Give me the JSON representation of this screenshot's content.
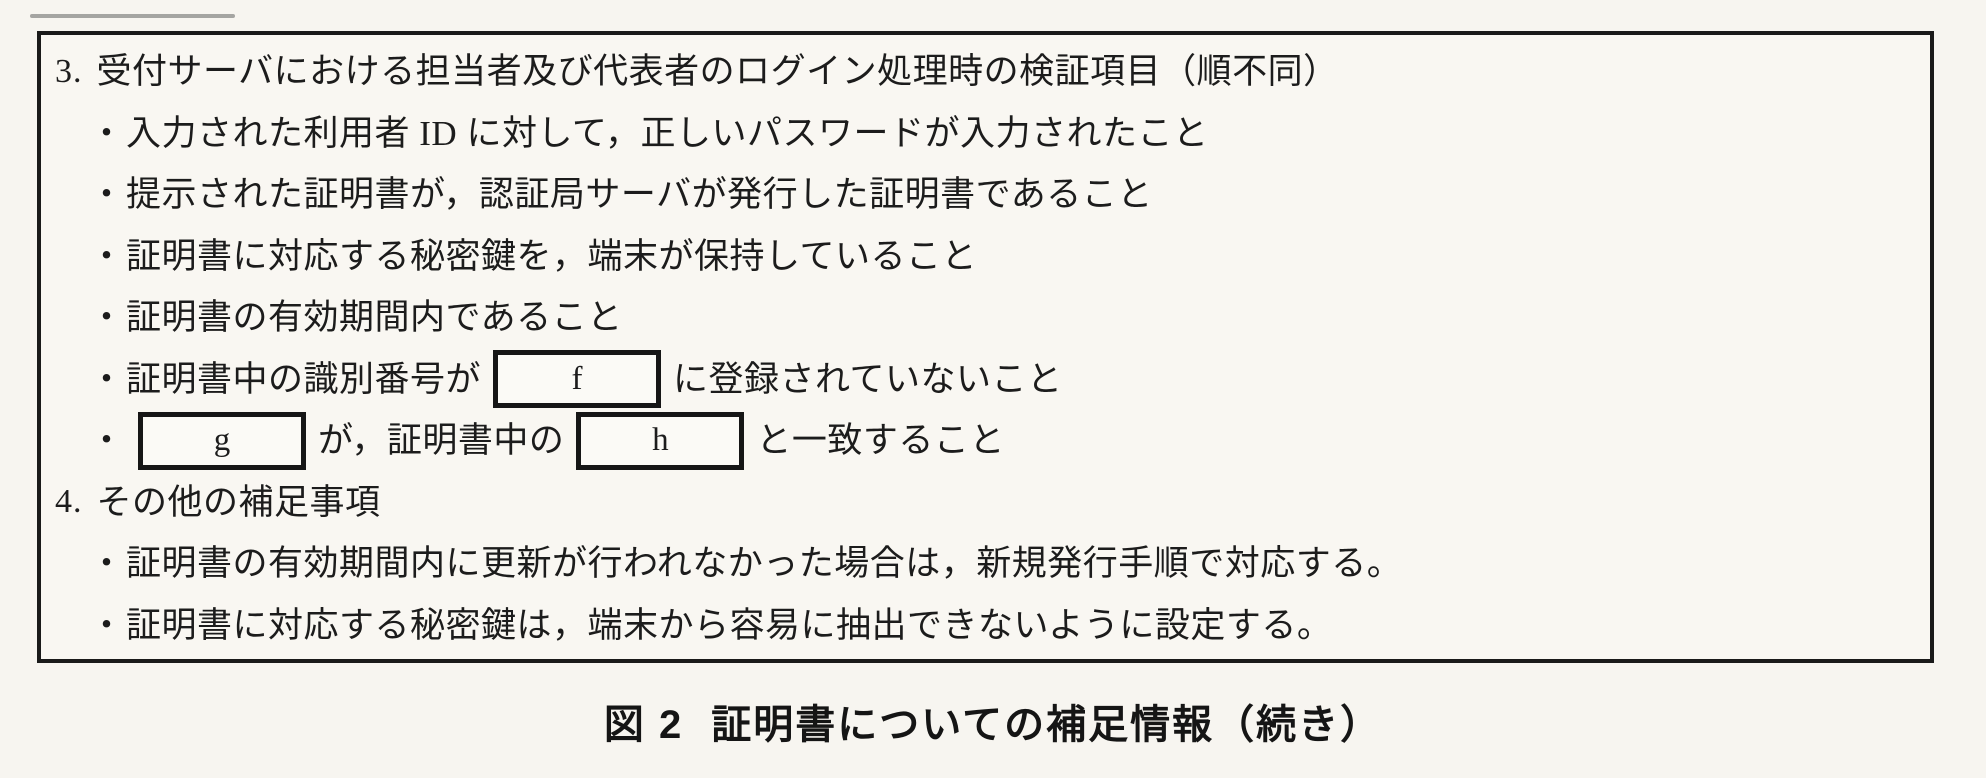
{
  "figure": {
    "caption_prefix": "図 2",
    "caption_text": "証明書についての補足情報（続き）",
    "lines": [
      {
        "indent": 0,
        "marker": "3.",
        "segments": [
          {
            "type": "text",
            "value": "受付サーバにおける担当者及び代表者のログイン処理時の検証項目（順不同）"
          }
        ]
      },
      {
        "indent": 1,
        "marker": "・",
        "segments": [
          {
            "type": "text",
            "value": "入力された利用者 ID に対して，正しいパスワードが入力されたこと"
          }
        ]
      },
      {
        "indent": 1,
        "marker": "・",
        "segments": [
          {
            "type": "text",
            "value": "提示された証明書が，認証局サーバが発行した証明書であること"
          }
        ]
      },
      {
        "indent": 1,
        "marker": "・",
        "segments": [
          {
            "type": "text",
            "value": "証明書に対応する秘密鍵を，端末が保持していること"
          }
        ]
      },
      {
        "indent": 1,
        "marker": "・",
        "segments": [
          {
            "type": "text",
            "value": "証明書の有効期間内であること"
          }
        ]
      },
      {
        "indent": 1,
        "marker": "・",
        "segments": [
          {
            "type": "text",
            "value": "証明書中の識別番号が"
          },
          {
            "type": "blank",
            "value": "f"
          },
          {
            "type": "text",
            "value": "に登録されていないこと"
          }
        ]
      },
      {
        "indent": 1,
        "marker": "・",
        "segments": [
          {
            "type": "blank",
            "value": "g"
          },
          {
            "type": "text",
            "value": "が，証明書中の"
          },
          {
            "type": "blank",
            "value": "h"
          },
          {
            "type": "text",
            "value": "と一致すること"
          }
        ]
      },
      {
        "indent": 0,
        "marker": "4.",
        "segments": [
          {
            "type": "text",
            "value": "その他の補足事項"
          }
        ]
      },
      {
        "indent": 1,
        "marker": "・",
        "segments": [
          {
            "type": "text",
            "value": "証明書の有効期間内に更新が行われなかった場合は，新規発行手順で対応する。"
          }
        ]
      },
      {
        "indent": 1,
        "marker": "・",
        "segments": [
          {
            "type": "text",
            "value": "証明書に対応する秘密鍵は，端末から容易に抽出できないように設定する。"
          }
        ]
      }
    ],
    "blank_labels": [
      "f",
      "g",
      "h"
    ],
    "colors": {
      "paper": "#f7f5f0",
      "ink": "#1c1c1c",
      "border": "#1a1a1a"
    }
  }
}
